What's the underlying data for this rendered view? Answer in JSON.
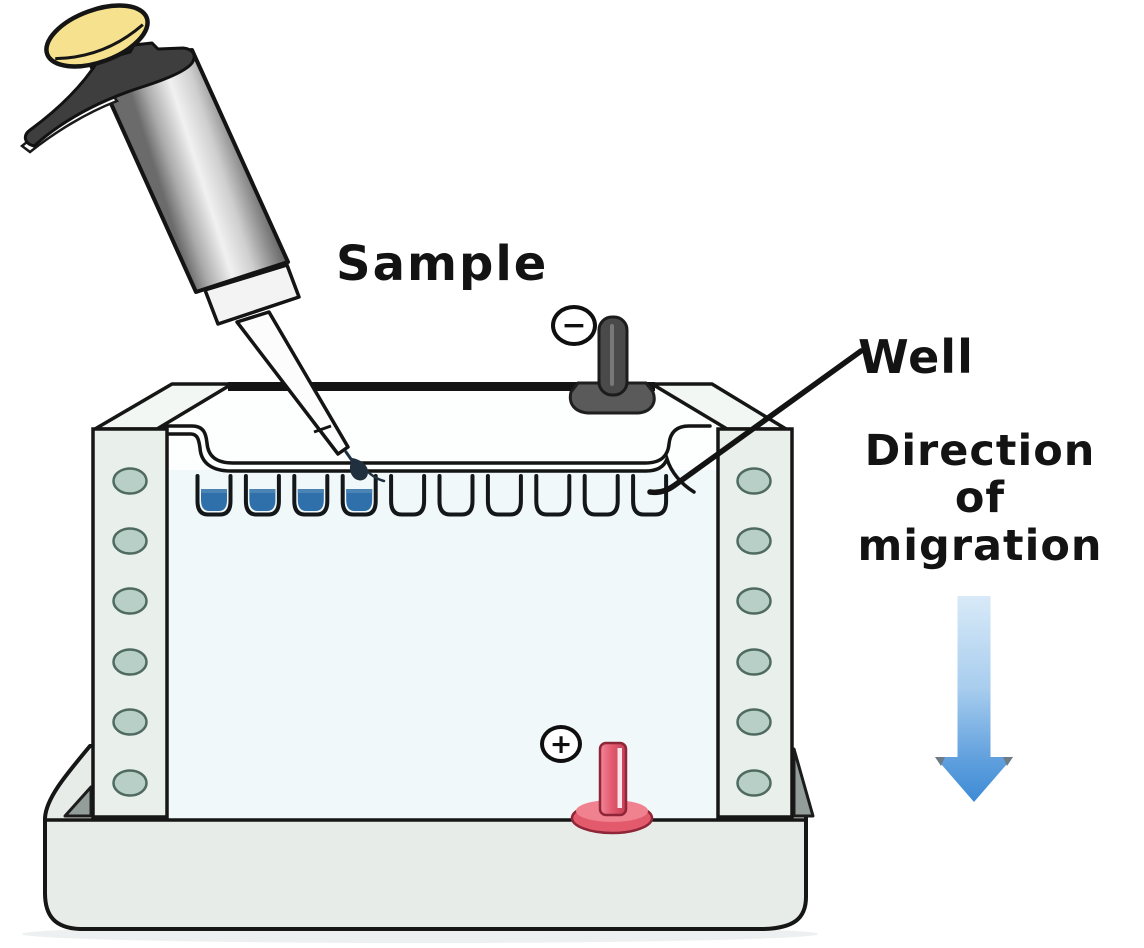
{
  "figure": {
    "type": "diagram",
    "subject": "gel electrophoresis apparatus with pipette loading sample"
  },
  "labels": {
    "sample": "Sample",
    "well": "Well",
    "direction_lines": [
      "Direction",
      "of",
      "migration"
    ],
    "negative_symbol": "−",
    "positive_symbol": "+"
  },
  "wells": {
    "count": 10,
    "filled": 4,
    "sample_color": "#2f70ab",
    "sample_surface_color": "#4c83b5"
  },
  "side_holes": {
    "per_side": 6,
    "color": "#b7cfc6"
  },
  "colors": {
    "outline": "#161616",
    "tray": "#e7ece8",
    "gel": "#f1f8fa",
    "strip": "#e9efeb",
    "top_face": "#fdfefe",
    "well_outline": "#14171a",
    "negative_electrode": "#4a4a4a",
    "positive_electrode": "#dd5263",
    "arrow_top": "#d7e9f8",
    "arrow_bottom": "#3f8fd8",
    "pipette_knob": "#f5e18e"
  }
}
